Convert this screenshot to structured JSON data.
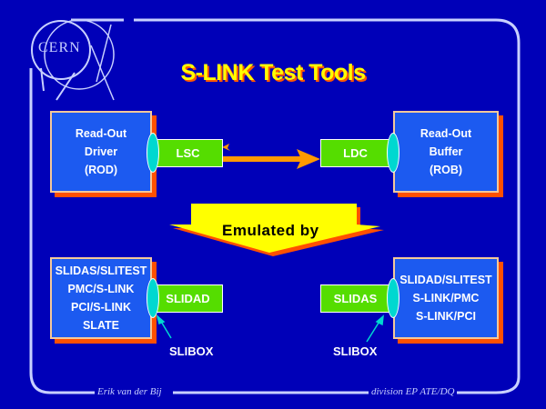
{
  "logo": {
    "text": "CERN"
  },
  "title": "S-LINK Test Tools",
  "top_row": {
    "left_box": {
      "lines": [
        "Read-Out",
        "Driver",
        "(ROD)"
      ]
    },
    "left_card": "LSC",
    "right_card": "LDC",
    "right_box": {
      "lines": [
        "Read-Out",
        "Buffer",
        "(ROB)"
      ]
    }
  },
  "banner": {
    "label": "Emulated by"
  },
  "bottom_row": {
    "left_box": {
      "lines": [
        "SLIDAS/SLITEST",
        "PMC/S-LINK",
        "PCI/S-LINK",
        "SLATE"
      ]
    },
    "left_card": "SLIDAD",
    "left_callout": "SLIBOX",
    "right_card": "SLIDAS",
    "right_callout": "SLIBOX",
    "right_box": {
      "lines": [
        "SLIDAD/SLITEST",
        "S-LINK/PMC",
        "S-LINK/PCI"
      ]
    }
  },
  "footer": {
    "author": "Erik van der Bij",
    "division": "division EP  ATE/DQ"
  },
  "colors": {
    "background": "#0000b8",
    "frame": "#c8d0ff",
    "title": "#ffff00",
    "title_shadow": "#ff5a00",
    "box_fill": "#1c5af0",
    "box_border": "#f4c89a",
    "box_shadow": "#ff5000",
    "card_fill": "#55dd00",
    "connector": "#00d8d0",
    "arrow": "#ff9900",
    "banner_fill": "#ffff00"
  }
}
